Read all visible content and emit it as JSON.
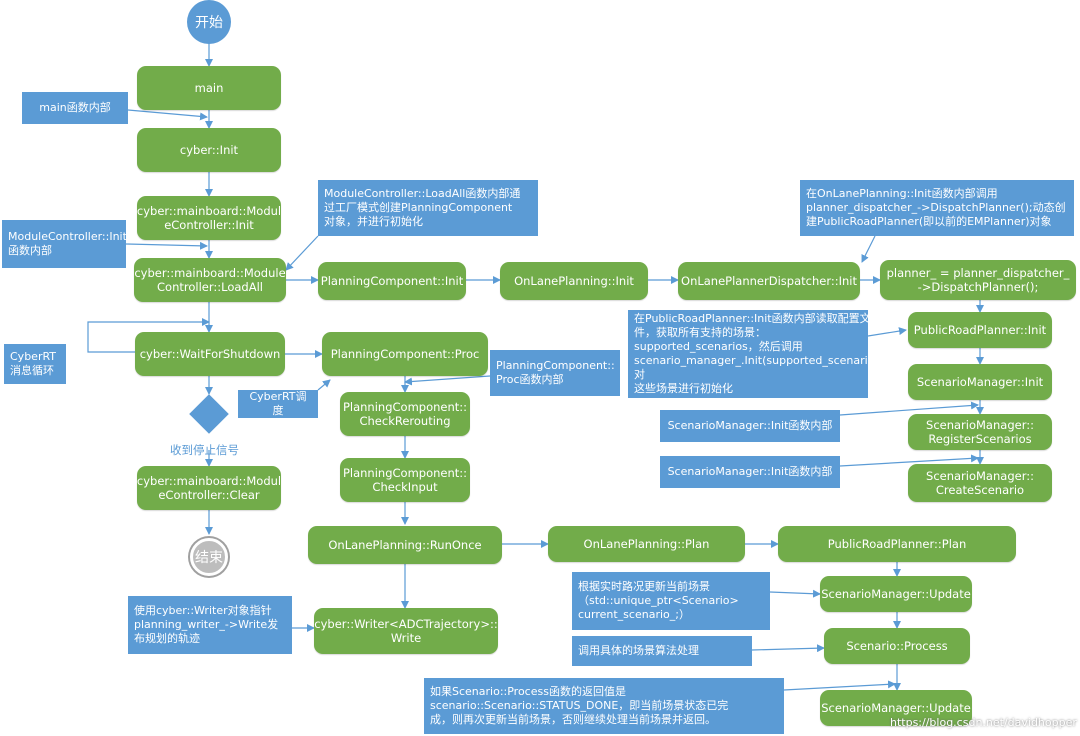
{
  "start": "开始",
  "end": "结束",
  "nodes": {
    "main": "main",
    "cyber_init": "cyber::Init",
    "module_init": "cyber::mainboard::Modul\neController::Init",
    "load_all": "cyber::mainboard::Module\nController::LoadAll",
    "wait_shutdown": "cyber::WaitForShutdown",
    "clear": "cyber::mainboard::Modul\neController::Clear",
    "pc_init": "PlanningComponent::Init",
    "olp_init": "OnLanePlanning::Init",
    "dispatcher_init": "OnLanePlannerDispatcher::Init",
    "planner_assign": "planner_ = planner_dispatcher_\n->DispatchPlanner();",
    "prp_init": "PublicRoadPlanner::Init",
    "sm_init": "ScenarioManager::Init",
    "sm_register": "ScenarioManager::\nRegisterScenarios",
    "sm_create": "ScenarioManager::\nCreateScenario",
    "pc_proc": "PlanningComponent::Proc",
    "pc_reroute": "PlanningComponent::\nCheckRerouting",
    "pc_input": "PlanningComponent::\nCheckInput",
    "olp_runonce": "OnLanePlanning::RunOnce",
    "olp_plan": "OnLanePlanning::Plan",
    "prp_plan": "PublicRoadPlanner::Plan",
    "sm_update1": "ScenarioManager::Update",
    "scenario_process": "Scenario::Process",
    "sm_update2": "ScenarioManager::Update",
    "writer": "cyber::Writer<ADCTrajectory>::\nWrite"
  },
  "notes": {
    "main_inside": "main函数内部",
    "mc_init_inside": "ModuleController::Init\n函数内部",
    "load_all_inside": "ModuleController::LoadAll函数内部通\n过工厂模式创建PlanningComponent\n对象，并进行初始化",
    "cyberrt_loop": "CyberRT\n消息循环",
    "cyberrt_sched": "CyberRT调度",
    "pc_proc_inside": "PlanningComponent::\nProc函数内部",
    "olp_init_inside": "在OnLanePlanning::Init函数内部调用\nplanner_dispatcher_->DispatchPlanner();动态创\n建PublicRoadPlanner(即以前的EMPlanner)对象",
    "prp_init_inside": "在PublicRoadPlanner::Init函数内部读取配置文\n件，获取所有支持的场景：\nsupported_scenarios，然后调用\nscenario_manager_.Init(supported_scenarios);对\n这些场景进行初始化",
    "sm_init_inside1": "ScenarioManager::Init函数内部",
    "sm_init_inside2": "ScenarioManager::Init函数内部",
    "writer_inside": "使用cyber::Writer对象指针\nplanning_writer_->Write发\n布规划的轨迹",
    "update_inside": "根据实时路况更新当前场景\n（std::unique_ptr<Scenario>\ncurrent_scenario_;）",
    "process_inside": "调用具体的场景算法处理",
    "status_done": "如果Scenario::Process函数的返回值是\nscenario::Scenario::STATUS_DONE，即当前场景状态已完\n成，则再次更新当前场景，否则继续处理当前场景并返回。"
  },
  "decision_label": "收到停止信号",
  "watermark": "https://blog.csdn.net/davidhopper",
  "colors": {
    "node": "#72ac4a",
    "note": "#5b9bd5",
    "arrow": "#5b9bd5",
    "end": "#bdbdbd"
  }
}
